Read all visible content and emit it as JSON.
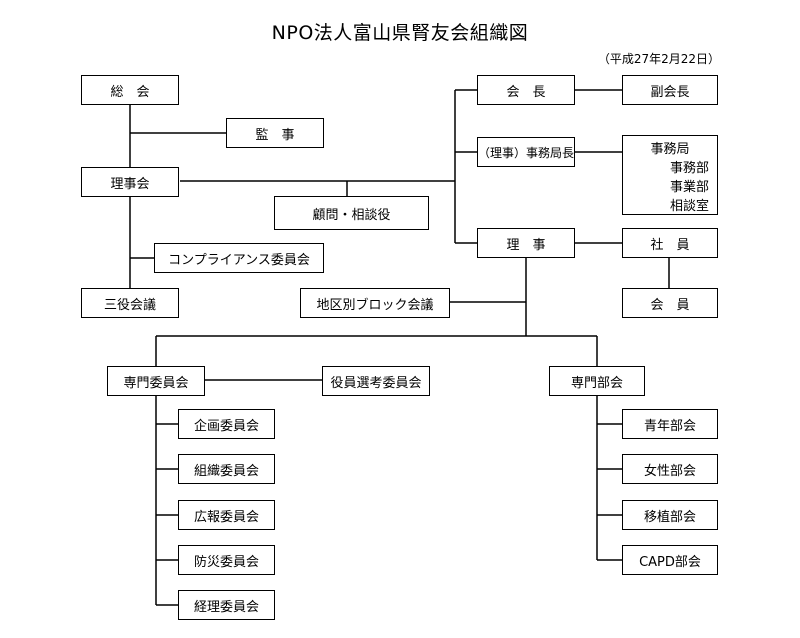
{
  "header": {
    "title": "NPO法人富山県腎友会組織図",
    "date": "（平成27年2月22日）"
  },
  "nodes": {
    "soukai": "総　会",
    "kanji": "監　事",
    "rijikai": "理事会",
    "komon": "顧問・相談役",
    "compliance": "コンプライアンス委員会",
    "sanyaku": "三役会議",
    "kaichou": "会　長",
    "fukukaichou": "副会長",
    "jimukyokuchou": "（理事）事務局長",
    "jimukyoku": {
      "title": "事務局",
      "items": [
        "事務部",
        "事業部",
        "相談室"
      ]
    },
    "riji": "理　事",
    "shain": "社　員",
    "kaiin": "会　員",
    "block": "地区別ブロック会議",
    "senmon_iinkai": "専門委員会",
    "yakuin_senkou": "役員選考委員会",
    "senmon_bukai": "専門部会",
    "iinkai_list": [
      "企画委員会",
      "組織委員会",
      "広報委員会",
      "防災委員会",
      "経理委員会"
    ],
    "bukai_list": [
      "青年部会",
      "女性部会",
      "移植部会",
      "CAPD部会"
    ]
  }
}
